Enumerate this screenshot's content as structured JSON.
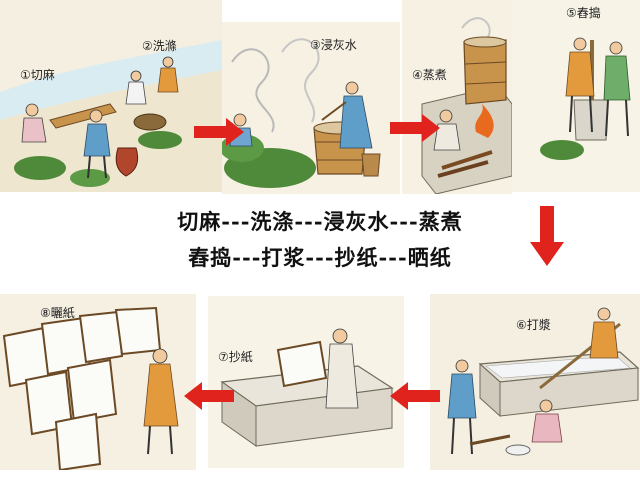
{
  "steps": [
    {
      "label": "①切麻"
    },
    {
      "label": "②洗滌"
    },
    {
      "label": "③浸灰水"
    },
    {
      "label": "④蒸煮"
    },
    {
      "label": "⑤舂搗"
    },
    {
      "label": "⑥打漿"
    },
    {
      "label": "⑦抄紙"
    },
    {
      "label": "⑧曬紙"
    }
  ],
  "summary": {
    "line1": "切麻---洗涤---浸灰水---蒸煮",
    "line2": "舂捣---打浆---抄纸---晒纸"
  },
  "colors": {
    "arrow": "#e0231c",
    "robe_blue": "#5f9ec8",
    "robe_orange": "#e39a3c",
    "wood": "#c8934a",
    "stone": "#d8d2c2",
    "foliage": "#4e8a3a",
    "paper": "#fbfbf8"
  }
}
